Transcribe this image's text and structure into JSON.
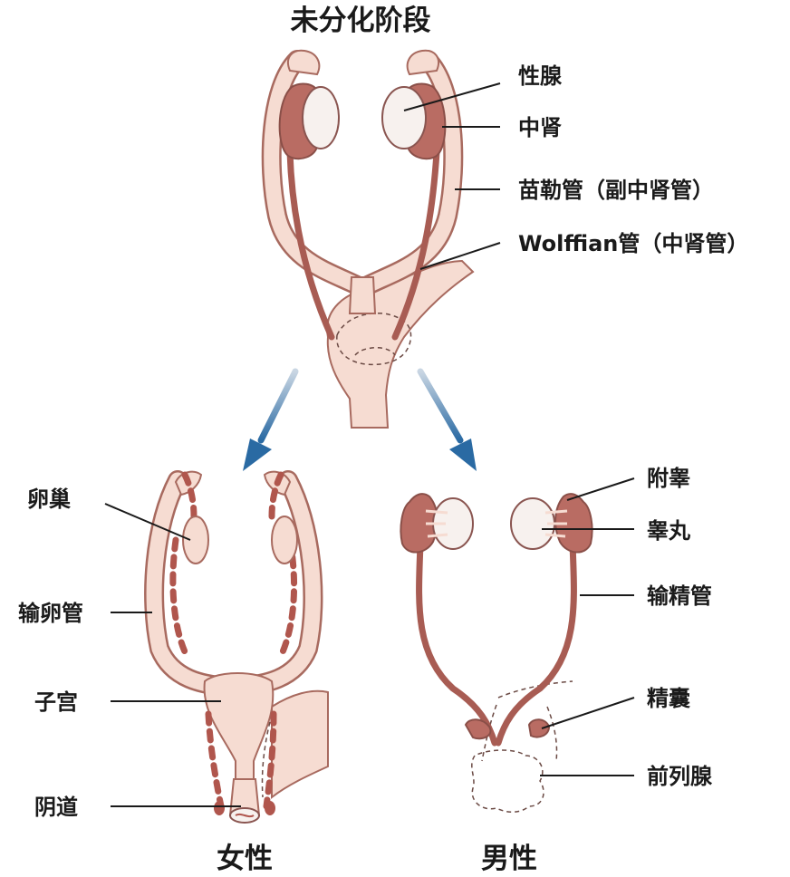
{
  "stages": {
    "undifferentiated": "未分化阶段",
    "female": "女性",
    "male": "男性"
  },
  "labels": {
    "gonad": "性腺",
    "mesonephros": "中肾",
    "mullerian_duct": "苗勒管（副中肾管）",
    "wolffian_duct": "Wolffian管（中肾管）",
    "ovary": "卵巢",
    "fallopian_tube": "输卵管",
    "uterus": "子宫",
    "vagina": "阴道",
    "epididymis": "附睾",
    "testis": "睾丸",
    "vas_deferens": "输精管",
    "seminal_vesicle": "精囊",
    "prostate": "前列腺"
  },
  "colors": {
    "duct_outline": "#a86a5f",
    "duct_fill": "#f6dcd2",
    "mesonephros": "#b96c63",
    "male_duct": "#a85c53",
    "arrow": "#2a6aa3",
    "text": "#1a1a1a"
  }
}
